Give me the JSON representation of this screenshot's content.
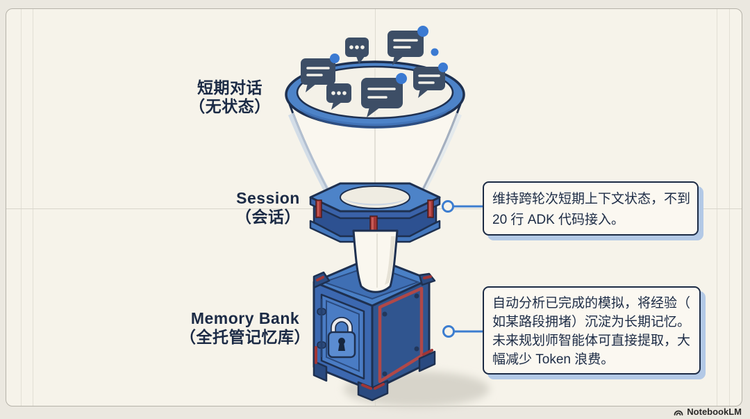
{
  "meta": {
    "app": "NotebookLM infographic",
    "description": "Funnel of short-term chats flowing through a Session ring into a Memory Bank vault"
  },
  "labels": {
    "short_term": {
      "line1": "短期对话",
      "line2": "（无状态）"
    },
    "session": {
      "line1": "Session",
      "line2": "（会话）"
    },
    "memory_bank": {
      "line1": "Memory Bank",
      "line2": "（全托管记忆库）"
    }
  },
  "callouts": {
    "session_note_lines": [
      "维持跨轮次短期上下文状态，不到",
      "20 行 ADK 代码接入。"
    ],
    "memory_note_lines": [
      "自动分析已完成的模拟，将经验（",
      "如某路段拥堵）沉淀为长期记忆。",
      "未来规划师智能体可直接提取，大",
      "幅减少 Token 浪费。"
    ]
  },
  "watermark": {
    "label": "NotebookLM"
  },
  "icons": {
    "chat_bubble": "speech-bubble with text lines",
    "typing_bubble": "speech-bubble with ellipsis dots",
    "notification_dot": "blue circle badge",
    "funnel": "blue-rimmed funnel",
    "session_ring": "hexagonal blue collar with red pillars",
    "vault": "isometric blue safe with padlock",
    "padlock": "silver shackle lock",
    "logo": "notebooklm-swirl"
  },
  "colors": {
    "page_bg": "#ebe8e0",
    "card_bg": "#f6f3ea",
    "outline_navy": "#1e3050",
    "text_navy": "#1c2b45",
    "funnel_blue": "#4d83c8",
    "vault_blue": "#3c68b0",
    "vault_dark_blue": "#30558f",
    "red_accent": "#a03636",
    "bubble_slate": "#3d4e66",
    "dot_blue": "#3b7ad2",
    "connector_blue": "#3c7dd0",
    "callout_shadow": "#b3c9e6"
  }
}
